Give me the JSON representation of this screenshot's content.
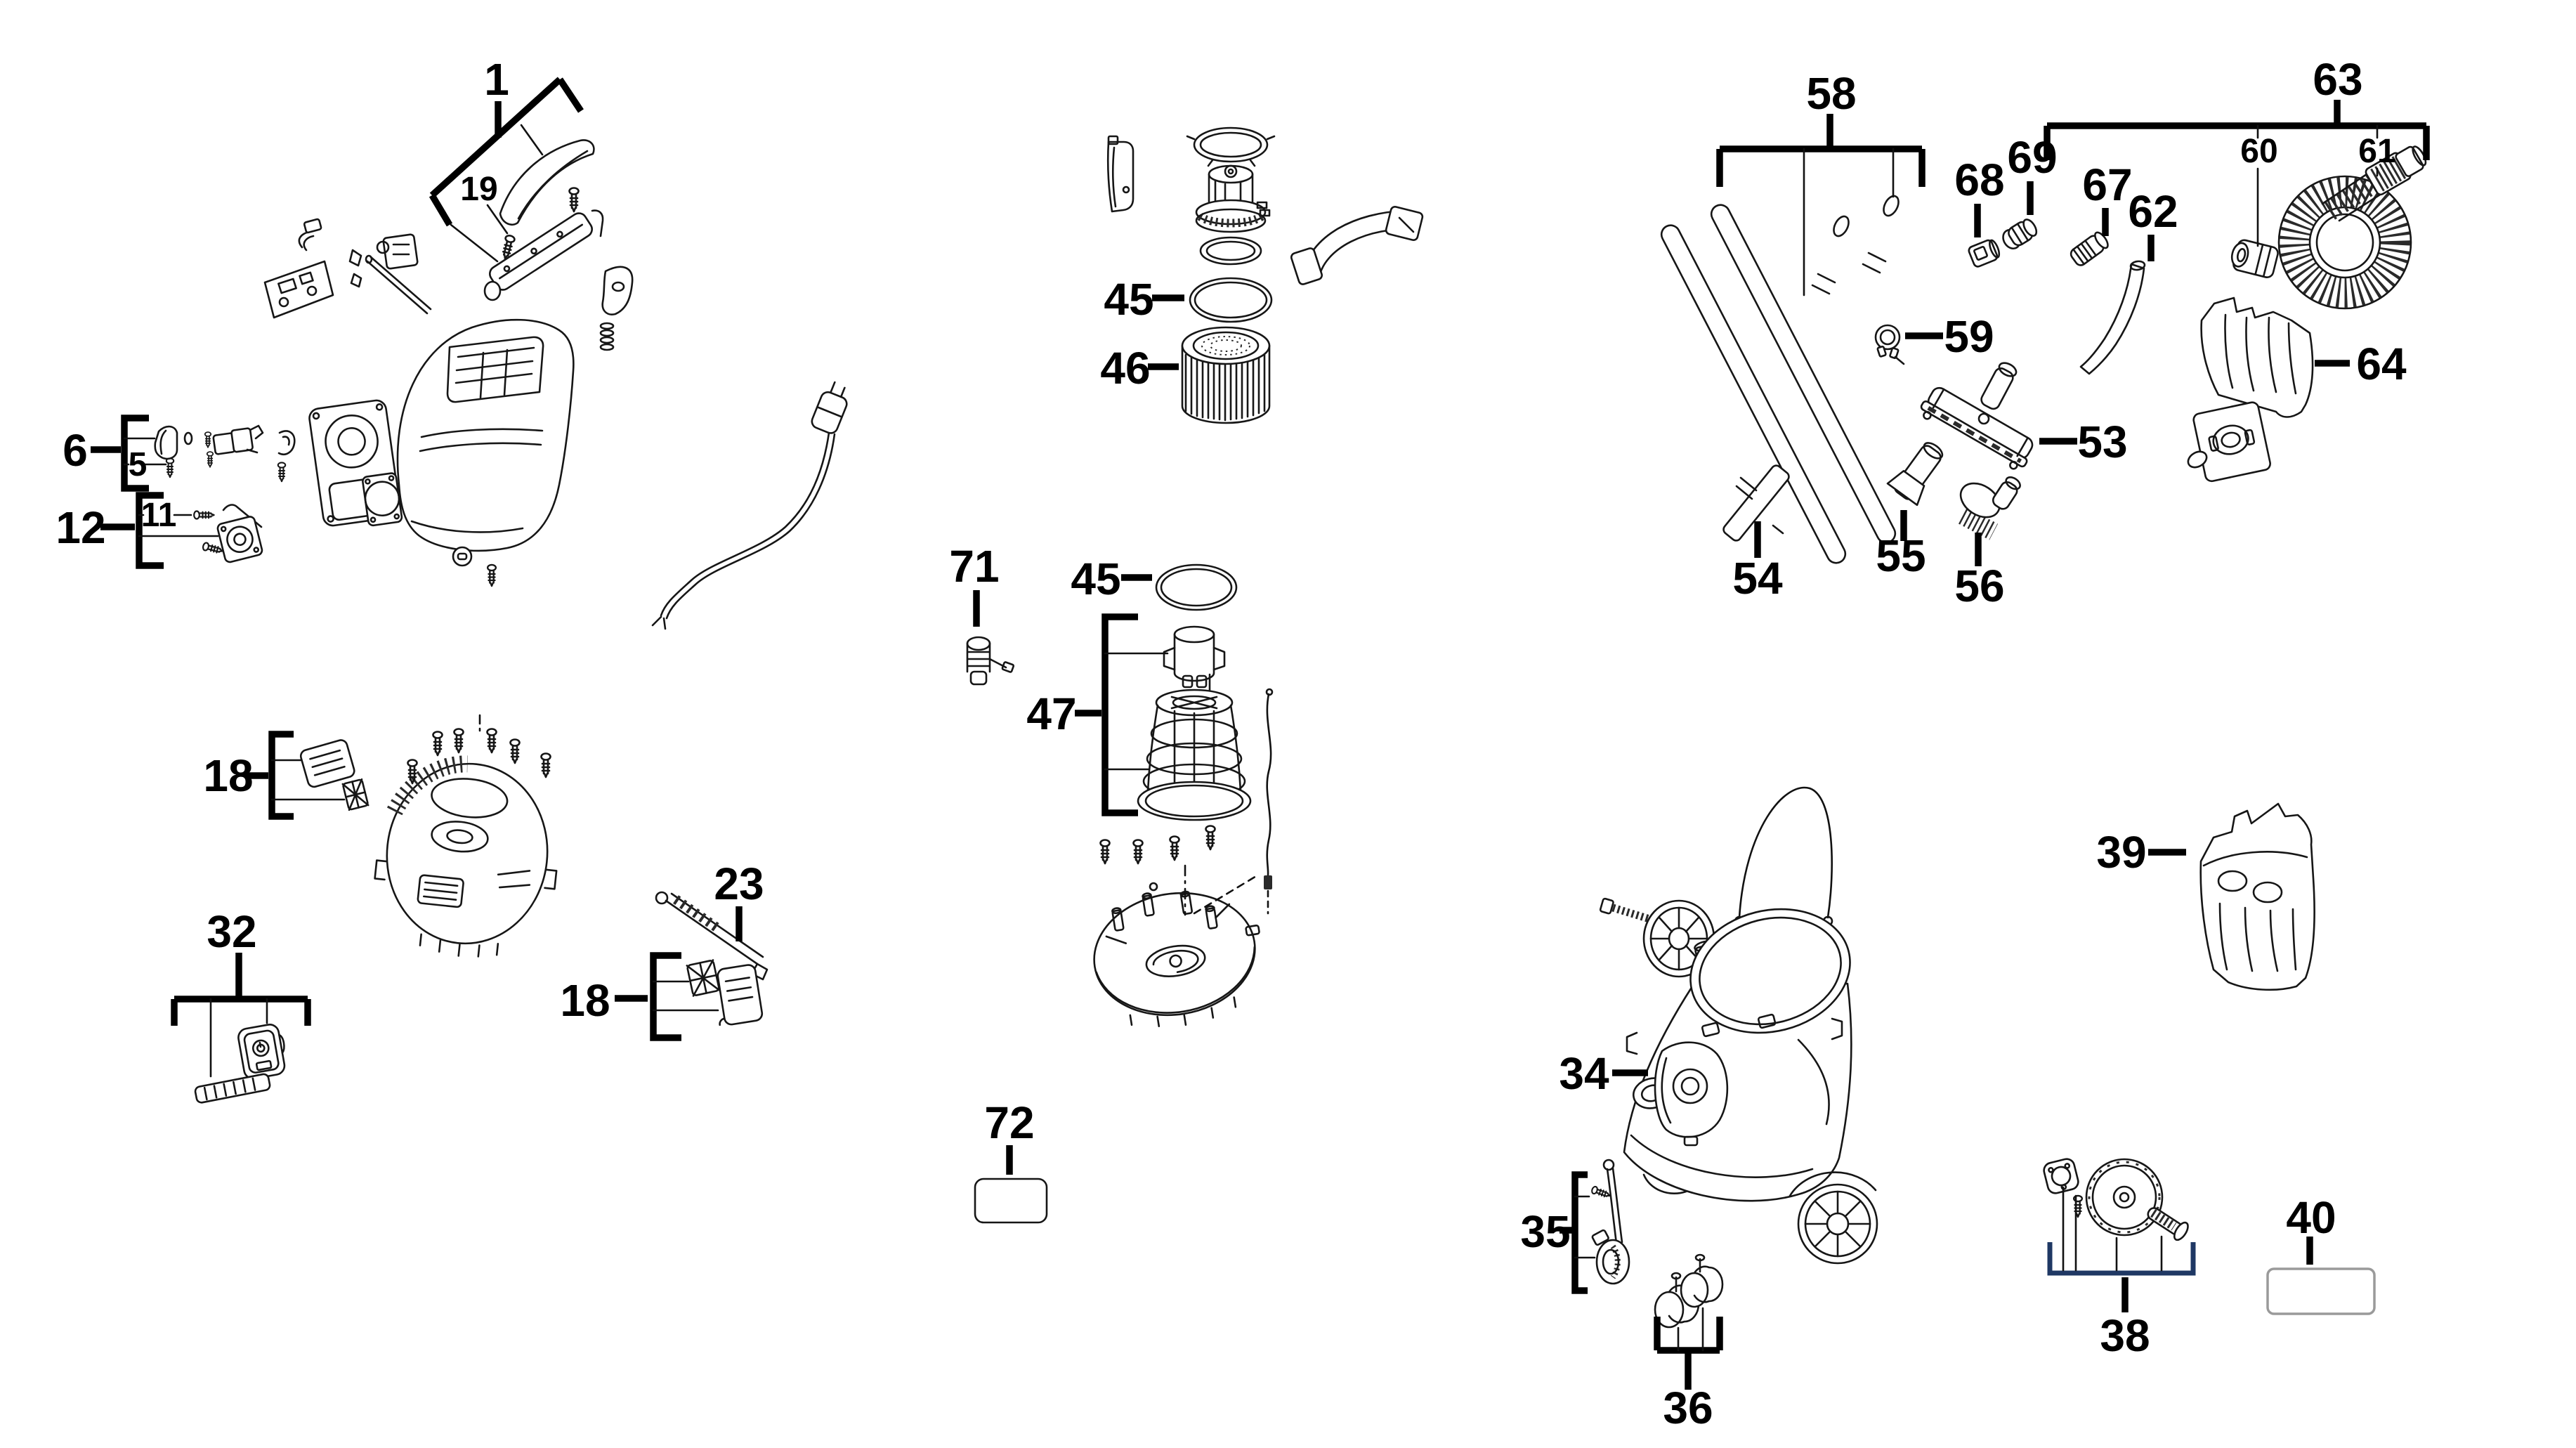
{
  "diagram": {
    "type": "exploded-parts-diagram",
    "background_color": "#ffffff",
    "line_color": "#161616",
    "accent_bracket_color": "#1f3864",
    "callouts": {
      "1": "1",
      "19": "19",
      "6": "6",
      "5": "5",
      "12": "12",
      "11": "11",
      "18_top": "18",
      "32": "32",
      "23": "23",
      "18_bottom": "18",
      "45_upper": "45",
      "46": "46",
      "45_lower": "45",
      "47": "47",
      "71": "71",
      "72": "72",
      "58": "58",
      "59": "59",
      "68": "68",
      "69": "69",
      "67": "67",
      "62": "62",
      "63": "63",
      "60": "60",
      "61": "61",
      "53": "53",
      "54": "54",
      "55": "55",
      "56": "56",
      "64": "64",
      "39": "39",
      "34": "34",
      "35": "35",
      "36": "36",
      "38": "38",
      "40": "40"
    }
  }
}
